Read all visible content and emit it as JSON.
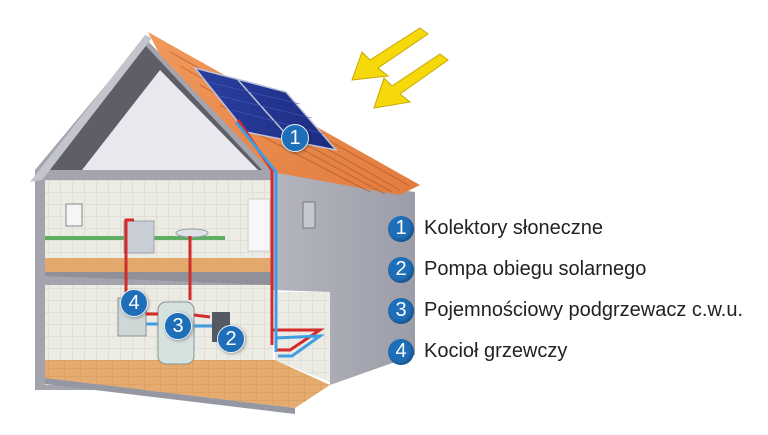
{
  "legend": {
    "items": [
      {
        "number": "1",
        "label": "Kolektory słoneczne"
      },
      {
        "number": "2",
        "label": "Pompa obiegu solarnego"
      },
      {
        "number": "3",
        "label": "Pojemnościowy podgrzewacz c.w.u."
      },
      {
        "number": "4",
        "label": "Kocioł grzewczy"
      }
    ]
  },
  "markers": [
    {
      "number": "1",
      "component": "solar-collectors"
    },
    {
      "number": "2",
      "component": "solar-pump"
    },
    {
      "number": "3",
      "component": "hot-water-tank"
    },
    {
      "number": "4",
      "component": "boiler"
    }
  ],
  "colors": {
    "badge": "#1f6fb8",
    "roof": "#e9844a",
    "wall": "#a9aab4",
    "floor": "#e2a86c",
    "hot_pipe": "#d42a2a",
    "cold_pipe": "#3f9ee0",
    "sun_arrow": "#f5d90a"
  }
}
